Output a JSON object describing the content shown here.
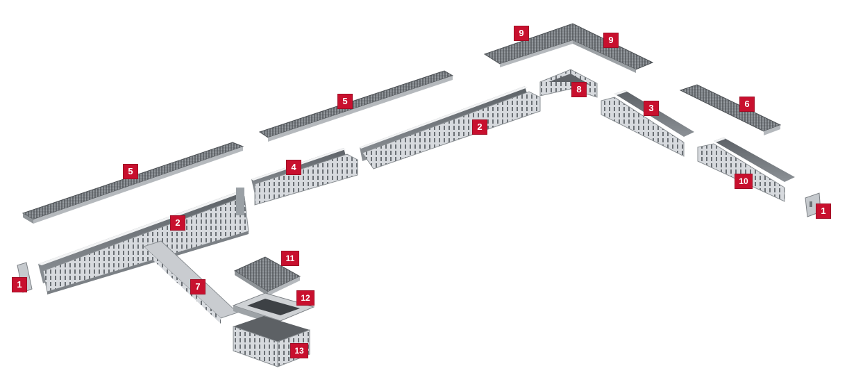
{
  "colors": {
    "callout_bg": "#c8102e",
    "callout_text": "#ffffff",
    "steel_light": "#e6e8ea",
    "steel_mid": "#b9bdc1",
    "steel_dark": "#6f7479",
    "grate_dark": "#55595d"
  },
  "callouts": [
    {
      "id": "c1a",
      "label": "1"
    },
    {
      "id": "c1b",
      "label": "1"
    },
    {
      "id": "c2a",
      "label": "2"
    },
    {
      "id": "c2b",
      "label": "2"
    },
    {
      "id": "c3",
      "label": "3"
    },
    {
      "id": "c4",
      "label": "4"
    },
    {
      "id": "c5a",
      "label": "5"
    },
    {
      "id": "c5b",
      "label": "5"
    },
    {
      "id": "c6",
      "label": "6"
    },
    {
      "id": "c7",
      "label": "7"
    },
    {
      "id": "c8",
      "label": "8"
    },
    {
      "id": "c9a",
      "label": "9"
    },
    {
      "id": "c9b",
      "label": "9"
    },
    {
      "id": "c10",
      "label": "10"
    },
    {
      "id": "c11",
      "label": "11"
    },
    {
      "id": "c12",
      "label": "12"
    },
    {
      "id": "c13",
      "label": "13"
    }
  ]
}
